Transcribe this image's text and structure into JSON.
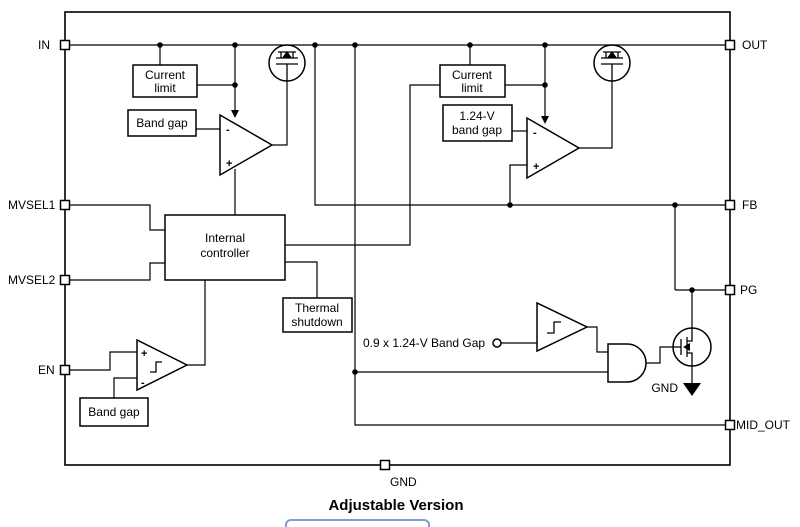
{
  "diagram": {
    "caption": "Adjustable Version",
    "pins": {
      "in": "IN",
      "out": "OUT",
      "mvsel1": "MVSEL1",
      "mvsel2": "MVSEL2",
      "en": "EN",
      "fb": "FB",
      "pg": "PG",
      "mid_out": "MID_OUT",
      "gnd": "GND"
    },
    "blocks": {
      "current_limit_left": {
        "lines": [
          "Current",
          "limit"
        ]
      },
      "band_gap_left": {
        "label": "Band gap"
      },
      "current_limit_right": {
        "lines": [
          "Current",
          "limit"
        ]
      },
      "band_gap_124": {
        "lines": [
          "1.24-V",
          "band gap"
        ]
      },
      "internal_controller": {
        "lines": [
          "Internal",
          "controller"
        ]
      },
      "thermal_shutdown": {
        "lines": [
          "Thermal",
          "shutdown"
        ]
      },
      "band_gap_en": {
        "label": "Band gap"
      },
      "band_gap_09_label": "0.9 x 1.24-V Band Gap"
    },
    "labels": {
      "gnd_internal": "GND"
    },
    "symbols": {
      "plus": "+",
      "minus": "-"
    },
    "colors": {
      "line": "#000000",
      "background": "#ffffff",
      "artifact": "#7d9fd0"
    }
  }
}
